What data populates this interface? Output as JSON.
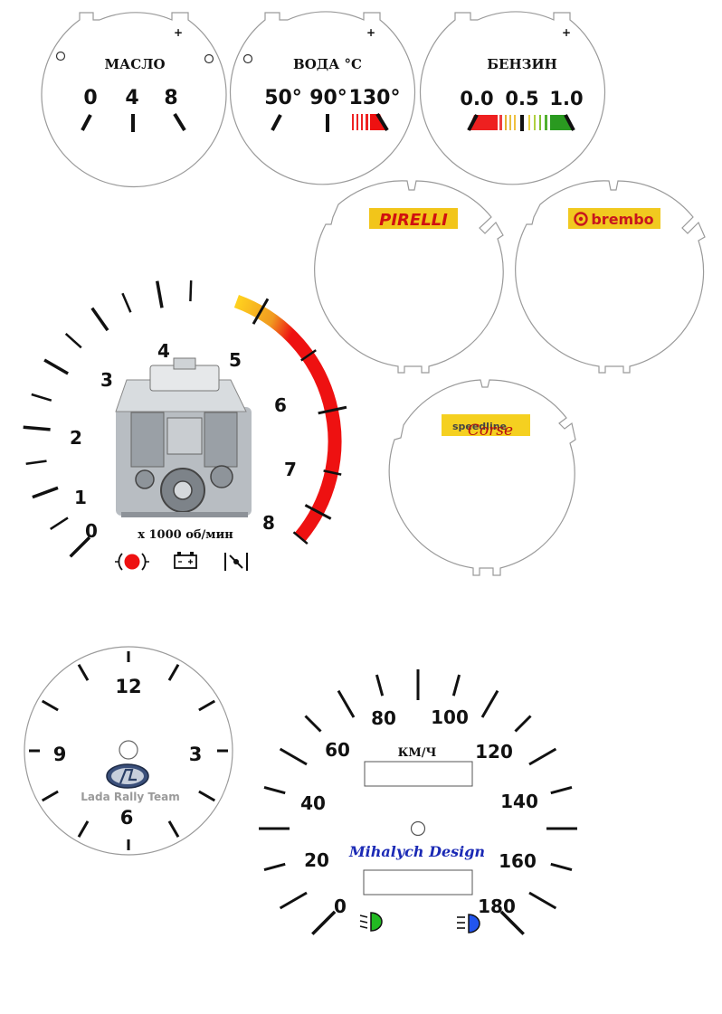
{
  "oil_gauge": {
    "title": "МАСЛО",
    "labels": [
      "0",
      "4",
      "8"
    ]
  },
  "water_gauge": {
    "title": "ВОДА °С",
    "labels": [
      "50°",
      "90°",
      "130°"
    ]
  },
  "fuel_gauge": {
    "title": "БЕНЗИН",
    "labels": [
      "0.0",
      "0.5",
      "1.0"
    ]
  },
  "logo_plates": {
    "pirelli": "PIRELLI",
    "brembo": "brembo",
    "speedline": "speedline",
    "speedline_script": "Corse"
  },
  "tachometer": {
    "labels": [
      "0",
      "1",
      "2",
      "3",
      "4",
      "5",
      "6",
      "7",
      "8"
    ],
    "unit": "x 1000 об/мин",
    "warning_icons": [
      "brake-warning-icon",
      "battery-icon",
      "parking-icon"
    ],
    "colors": {
      "redline": "#ee1111",
      "yellow": "#ffd21f"
    }
  },
  "clock": {
    "labels": [
      "12",
      "3",
      "6",
      "9"
    ],
    "brand": "Lada Rally Team"
  },
  "speedometer": {
    "labels": [
      "0",
      "20",
      "40",
      "60",
      "80",
      "100",
      "120",
      "140",
      "160",
      "180"
    ],
    "unit": "КМ/Ч",
    "signature": "Mihalych  Design",
    "indicator_icons": [
      "low-beam-icon",
      "high-beam-icon"
    ],
    "colors": {
      "signature": "#1b2ab5",
      "low_beam": "#22bb22",
      "high_beam": "#2255ee"
    }
  }
}
